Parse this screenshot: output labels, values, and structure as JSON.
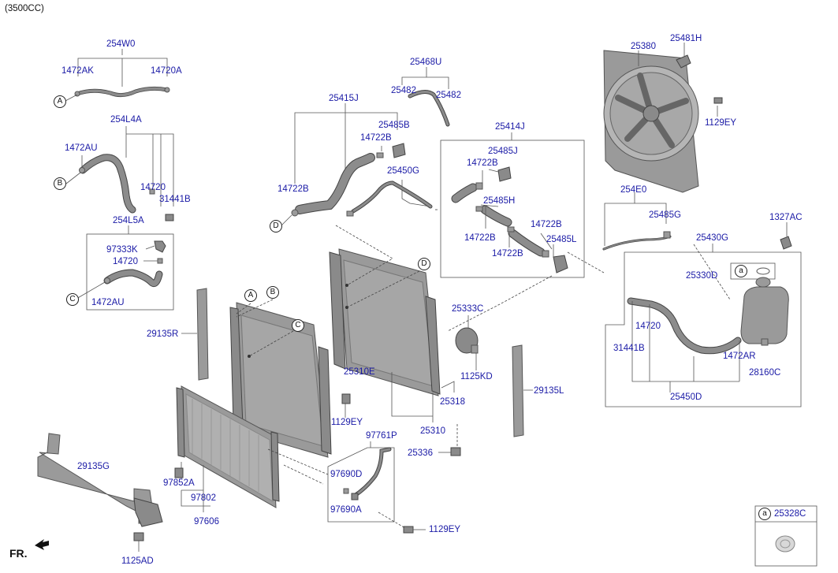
{
  "engine": "(3500CC)",
  "direction": "FR.",
  "refs": {
    "a": "a",
    "A": "A",
    "B": "B",
    "C": "C",
    "D": "D"
  },
  "legend_part": "25328C",
  "parts": {
    "p254W0": "254W0",
    "p1472AK": "1472AK",
    "p14720A": "14720A",
    "p254L4A": "254L4A",
    "p1472AU": "1472AU",
    "p14720": "14720",
    "p31441B": "31441B",
    "p254L5A": "254L5A",
    "p97333K": "97333K",
    "p14720b": "14720",
    "p1472AUb": "1472AU",
    "p25468U": "25468U",
    "p25482": "25482",
    "p25482b": "25482",
    "p25415J": "25415J",
    "p25485B": "25485B",
    "p14722B": "14722B",
    "p25450G": "25450G",
    "p14722Bb": "14722B",
    "p25414J": "25414J",
    "p25485J": "25485J",
    "p14722Bc": "14722B",
    "p25485H": "25485H",
    "p14722Bd": "14722B",
    "p14722Be": "14722B",
    "p25485L": "25485L",
    "p14722Bf": "14722B",
    "p25380": "25380",
    "p25481H": "25481H",
    "p1129EY": "1129EY",
    "p254E0": "254E0",
    "p25485G": "25485G",
    "p1327AC": "1327AC",
    "p25430G": "25430G",
    "p25330D": "25330D",
    "p14720c": "14720",
    "p31441Bb": "31441B",
    "p1472AR": "1472AR",
    "p28160C": "28160C",
    "p25450D": "25450D",
    "p29135R": "29135R",
    "p25333C": "25333C",
    "p25310E": "25310E",
    "p1125KD": "1125KD",
    "p29135L": "29135L",
    "p25318": "25318",
    "p1129EYb": "1129EY",
    "p25310": "25310",
    "p97761P": "97761P",
    "p25336": "25336",
    "p29135G": "29135G",
    "p97690D": "97690D",
    "p97852A": "97852A",
    "p97802": "97802",
    "p97690A": "97690A",
    "p97606": "97606",
    "p1129EYc": "1129EY",
    "p1125AD": "1125AD"
  }
}
